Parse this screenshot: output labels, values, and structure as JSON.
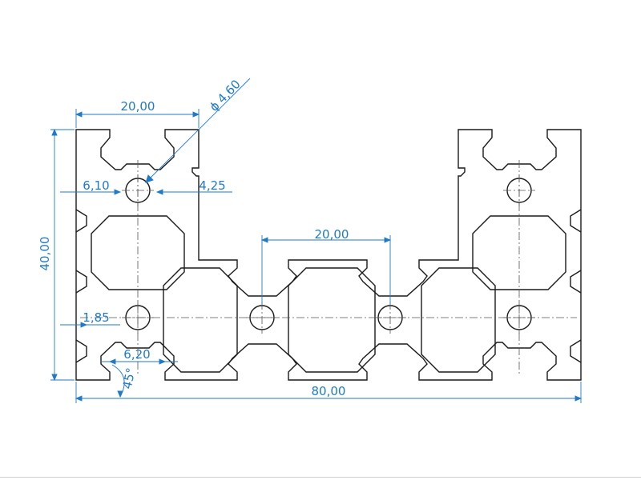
{
  "colors": {
    "outline": "#1a1a1a",
    "dimension": "#1f7ac9",
    "centerline": "#555555",
    "background": "#ffffff"
  },
  "dimensions": {
    "top_width": "20,00",
    "hole_diameter_symbol": "ϕ",
    "hole_diameter": "4,60",
    "slot_opening": "6,10",
    "wall_thickness": "4,25",
    "height": "40,00",
    "center_pitch": "20,00",
    "lip_thickness": "1,85",
    "slot_width": "6,20",
    "angle": "45°",
    "overall_width": "80,00"
  }
}
